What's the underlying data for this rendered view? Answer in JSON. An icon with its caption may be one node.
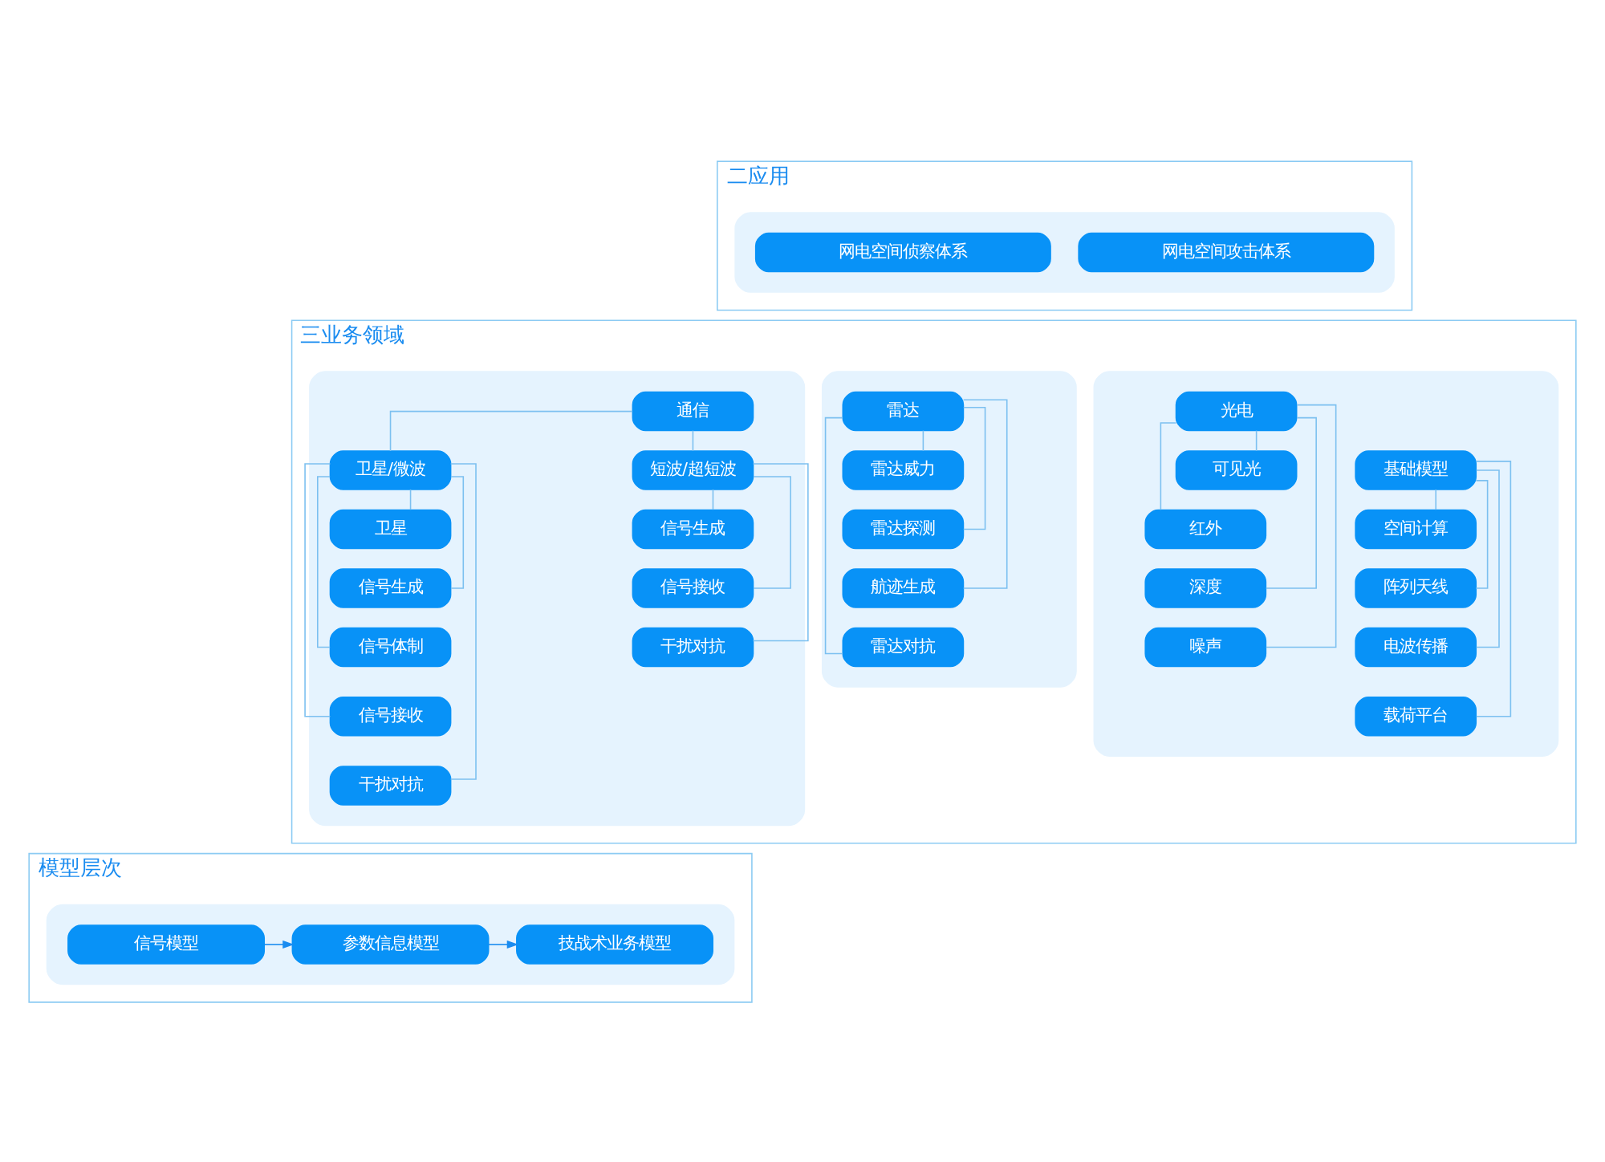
{
  "diagram": {
    "nodes": [
      {
        "text": [
          "二应用"
        ]
      },
      {
        "text": [],
        "shape": "box",
        "in": 0
      },
      {
        "text": [
          "网电空间侦察体系"
        ],
        "in": 1
      },
      {
        "text": [
          "网电空间攻击体系"
        ],
        "in": 1
      },
      {
        "text": [
          "三业务领域"
        ]
      },
      {
        "text": [],
        "shape": "box",
        "in": 4
      },
      {
        "text": [
          "通信"
        ],
        "in": 5
      },
      {
        "text": [
          "卫星/微波"
        ],
        "in": 5
      },
      {
        "text": [
          "卫星"
        ],
        "in": 5
      },
      {
        "text": [
          "信号生成"
        ],
        "in": 5
      },
      {
        "text": [
          "信号体制"
        ],
        "in": 5
      },
      {
        "text": [
          "信号接收"
        ],
        "in": 5
      },
      {
        "text": [
          "干扰对抗"
        ],
        "in": 5
      },
      {
        "text": [
          "短波/超短波"
        ],
        "in": 5
      },
      {
        "text": [
          "信号生成"
        ],
        "in": 5
      },
      {
        "text": [
          "信号接收"
        ],
        "in": 5
      },
      {
        "text": [
          "干扰对抗"
        ],
        "in": 5
      },
      {
        "text": [],
        "shape": "box",
        "in": 4
      },
      {
        "text": [
          "雷达"
        ],
        "in": 17
      },
      {
        "text": [
          "雷达威力"
        ],
        "in": 17
      },
      {
        "text": [
          "雷达探测"
        ],
        "in": 17
      },
      {
        "text": [
          "航迹生成"
        ],
        "in": 17
      },
      {
        "text": [
          "雷达对抗"
        ],
        "in": 17
      },
      {
        "text": [],
        "shape": "box",
        "in": 4
      },
      {
        "text": [
          "光电"
        ],
        "in": 23
      },
      {
        "text": [
          "可见光"
        ],
        "in": 23
      },
      {
        "text": [
          "红外"
        ],
        "in": 23
      },
      {
        "text": [
          "深度"
        ],
        "in": 23
      },
      {
        "text": [
          "噪声"
        ],
        "in": 23
      },
      {
        "text": [
          "基础模型"
        ],
        "in": 23
      },
      {
        "text": [
          "空间计算"
        ],
        "in": 23
      },
      {
        "text": [
          "阵列天线"
        ],
        "in": 23
      },
      {
        "text": [
          "电波传播"
        ],
        "in": 23
      },
      {
        "text": [
          "载荷平台"
        ],
        "in": 23
      },
      {
        "text": [
          "模型层次"
        ]
      },
      {
        "text": [],
        "shape": "box",
        "in": 34
      },
      {
        "text": [
          "信号模型"
        ],
        "in": 35
      },
      {
        "text": [
          "参数信息模型"
        ],
        "in": 35
      },
      {
        "text": [
          "技战术业务模型"
        ],
        "in": 35
      }
    ],
    "edges": [
      {
        "from": 6,
        "to": 7,
        "arrow": "none"
      },
      {
        "from": 6,
        "to": 13,
        "arrow": "none"
      },
      {
        "from": 7,
        "to": 8,
        "arrow": "none"
      },
      {
        "from": 7,
        "to": 9,
        "arrow": "none"
      },
      {
        "from": 7,
        "to": 10,
        "arrow": "none"
      },
      {
        "from": 7,
        "to": 11,
        "arrow": "none"
      },
      {
        "from": 7,
        "to": 12,
        "arrow": "none"
      },
      {
        "from": 13,
        "to": 14,
        "arrow": "none"
      },
      {
        "from": 13,
        "to": 15,
        "arrow": "none"
      },
      {
        "from": 13,
        "to": 16,
        "arrow": "none"
      },
      {
        "from": 18,
        "to": 19,
        "arrow": "none"
      },
      {
        "from": 18,
        "to": 20,
        "arrow": "none"
      },
      {
        "from": 18,
        "to": 21,
        "arrow": "none"
      },
      {
        "from": 18,
        "to": 22,
        "arrow": "none"
      },
      {
        "from": 24,
        "to": 25,
        "arrow": "none"
      },
      {
        "from": 24,
        "to": 26,
        "arrow": "none"
      },
      {
        "from": 24,
        "to": 27,
        "arrow": "none"
      },
      {
        "from": 24,
        "to": 28,
        "arrow": "none"
      },
      {
        "from": 29,
        "to": 30,
        "arrow": "none"
      },
      {
        "from": 29,
        "to": 31,
        "arrow": "none"
      },
      {
        "from": 29,
        "to": 32,
        "arrow": "none"
      },
      {
        "from": 29,
        "to": 33,
        "arrow": "none"
      },
      {
        "from": 36,
        "to": 37,
        "arrow": "to",
        "color": "#1a8cf0"
      },
      {
        "from": 37,
        "to": 38,
        "arrow": "to",
        "color": "#1a8cf0"
      }
    ]
  }
}
